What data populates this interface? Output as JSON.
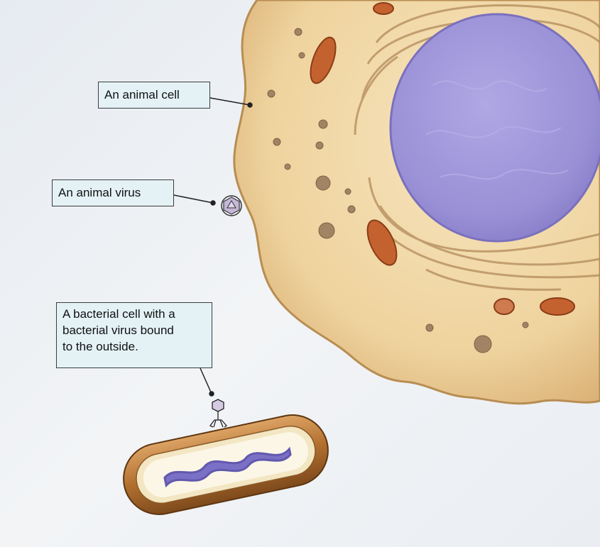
{
  "labels": {
    "animal_cell": "An animal cell",
    "animal_virus": "An animal virus",
    "bacterial_cell": [
      "A bacterial cell with a",
      "bacterial virus bound",
      "to the outside."
    ]
  },
  "colors": {
    "background": "#eef1f4",
    "cell_cytoplasm": "#f0d7a4",
    "cell_edge": "#c49a5a",
    "nucleus": "#9c93d6",
    "mitochondria": "#c8643a",
    "bacterium_shell": "#b8763a",
    "bacterium_inner": "#f6efd6",
    "bacterium_dna": "#6a5fc0",
    "label_fill": "#e4f2f6"
  }
}
